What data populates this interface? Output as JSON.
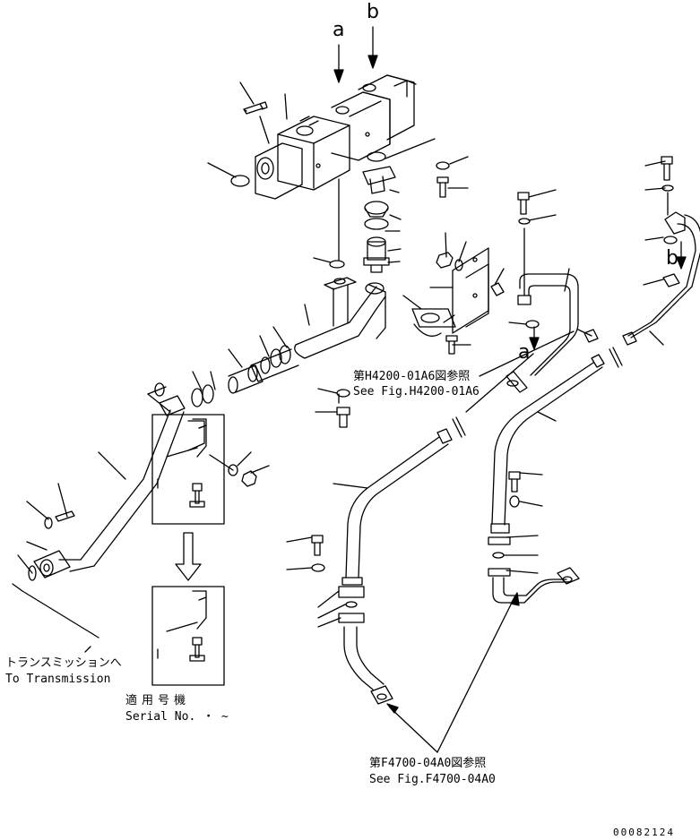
{
  "callouts": {
    "a": "a",
    "b": "b"
  },
  "references": {
    "h4200_jp": "第H4200-01A6図参照",
    "h4200_en": "See Fig.H4200-01A6",
    "f4700_jp": "第F4700-04A0図参照",
    "f4700_en": "See Fig.F4700-04A0"
  },
  "transmission": {
    "jp": "トランスミッションへ",
    "en": "To Transmission"
  },
  "serial": {
    "jp": "適用号機",
    "en": "Serial No.  ・ ~"
  },
  "figure_number": "00082124"
}
